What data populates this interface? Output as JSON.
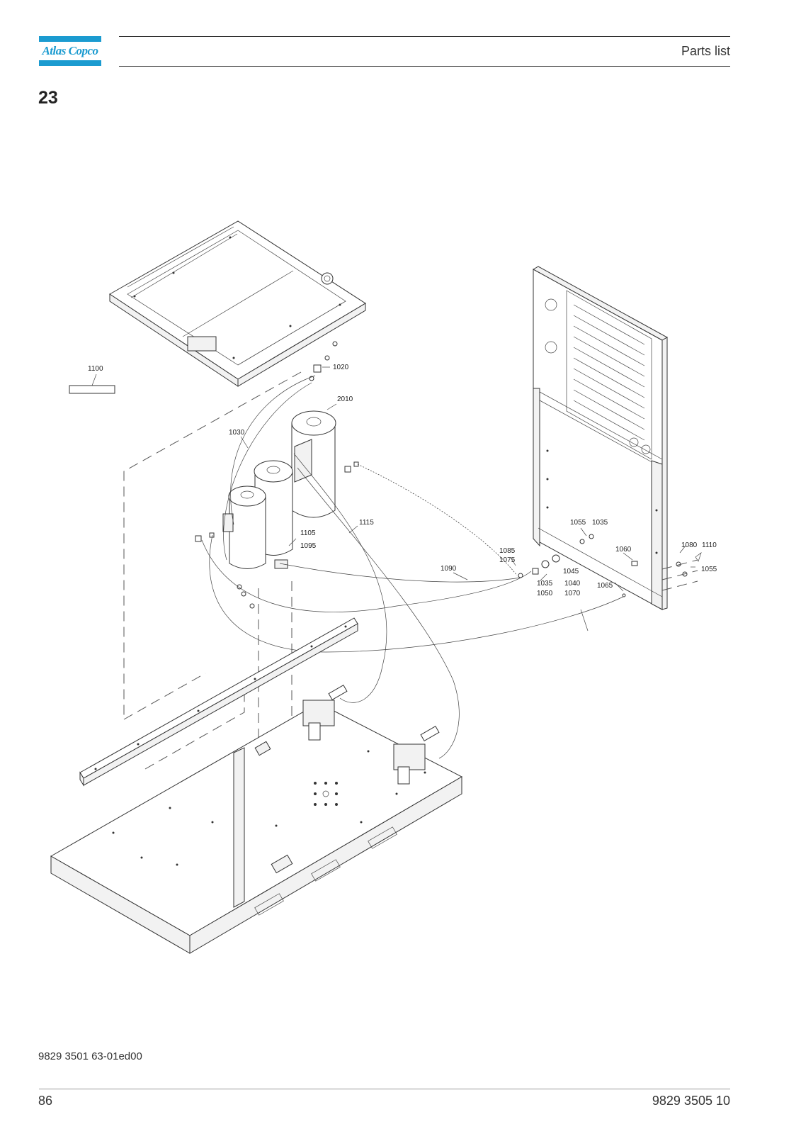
{
  "header": {
    "brand": "Atlas Copco",
    "title": "Parts list"
  },
  "section": {
    "number": "23"
  },
  "callouts": {
    "c1100": "1100",
    "c1020": "1020",
    "c2010": "2010",
    "c1030": "1030",
    "c1115": "1115",
    "c1105": "1105",
    "c1095": "1095",
    "c1085": "1085",
    "c1075": "1075",
    "c1090": "1090",
    "c1055a": "1055",
    "c1035a": "1035",
    "c1060": "1060",
    "c1080": "1080",
    "c1110": "1110",
    "c1055b": "1055",
    "c1045": "1045",
    "c1035b": "1035",
    "c1050": "1050",
    "c1040": "1040",
    "c1070": "1070",
    "c1065": "1065"
  },
  "footer": {
    "doc_code": "9829 3501 63-01ed00",
    "page_number": "86",
    "part_number": "9829 3505 10"
  }
}
